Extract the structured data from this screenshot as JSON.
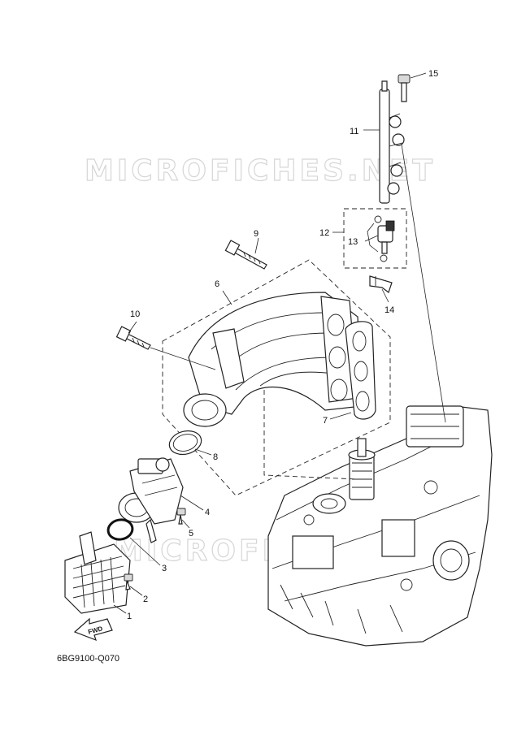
{
  "diagram": {
    "reference_code": "6BG9100-Q070",
    "watermark": "MICROFICHES.NET",
    "fwd_label": "FWD",
    "callouts": [
      "1",
      "2",
      "3",
      "4",
      "5",
      "6",
      "7",
      "8",
      "9",
      "10",
      "11",
      "12",
      "13",
      "14",
      "15"
    ]
  }
}
